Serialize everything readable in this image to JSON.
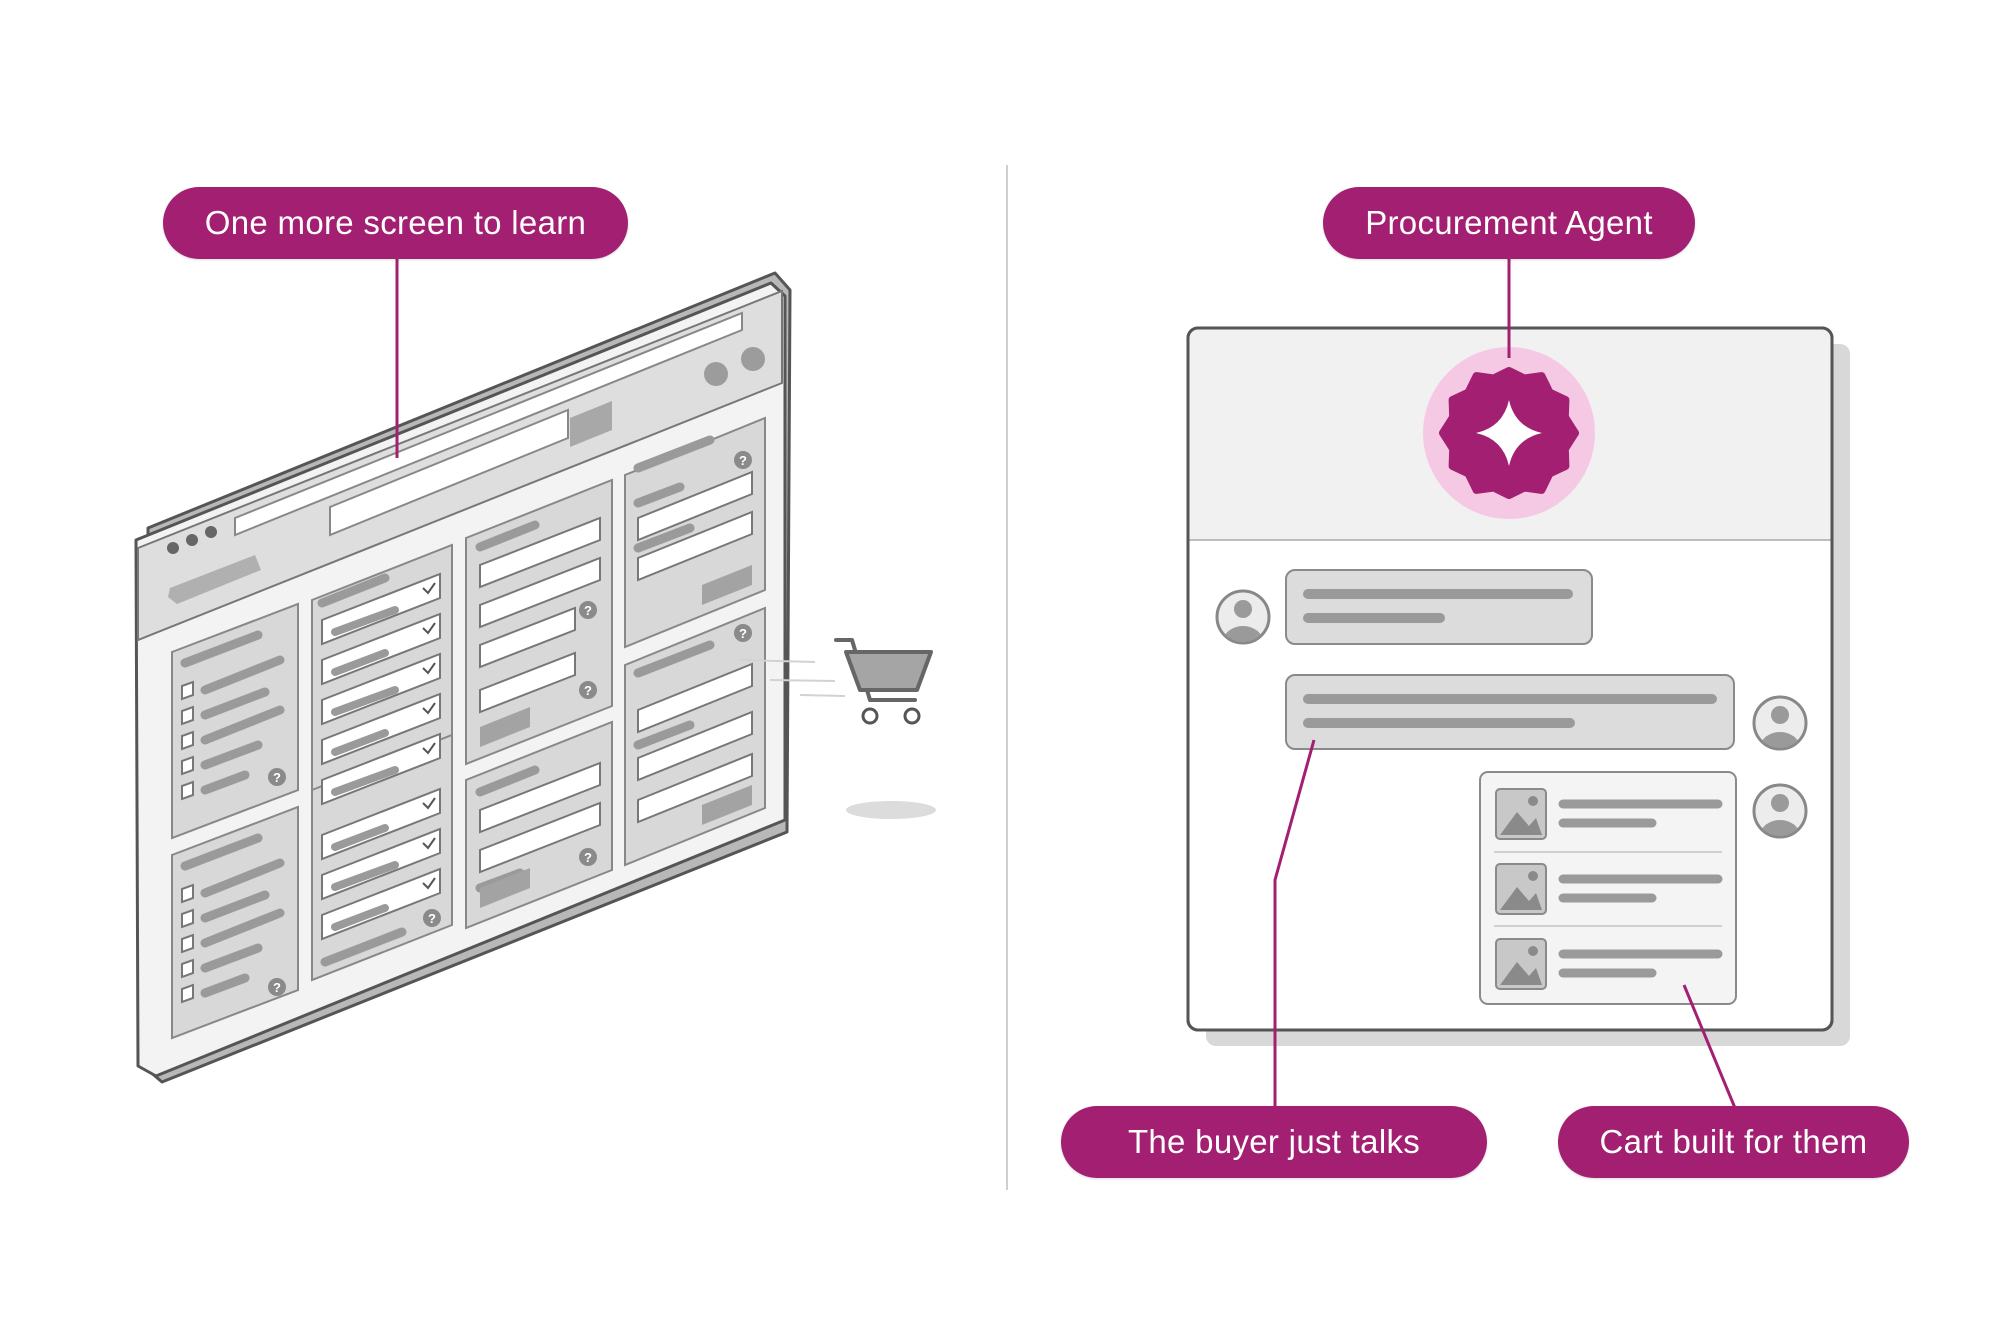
{
  "labels": {
    "left_title": "One more screen to learn",
    "right_title": "Procurement Agent",
    "buyer_talks": "The buyer just talks",
    "cart_built": "Cart built for them"
  },
  "colors": {
    "accent": "#a31f72",
    "accent_glow": "#f5c9e3",
    "ui_gray": "#c8c8c8",
    "ui_dark": "#8e8e8e"
  },
  "icons": {
    "agent": "sparkle-badge-icon",
    "cart": "shopping-cart-icon",
    "user": "user-avatar-icon",
    "product": "image-thumbnail-icon",
    "help": "question-mark-icon",
    "check": "checkmark-icon"
  },
  "form_help_glyph": "?"
}
